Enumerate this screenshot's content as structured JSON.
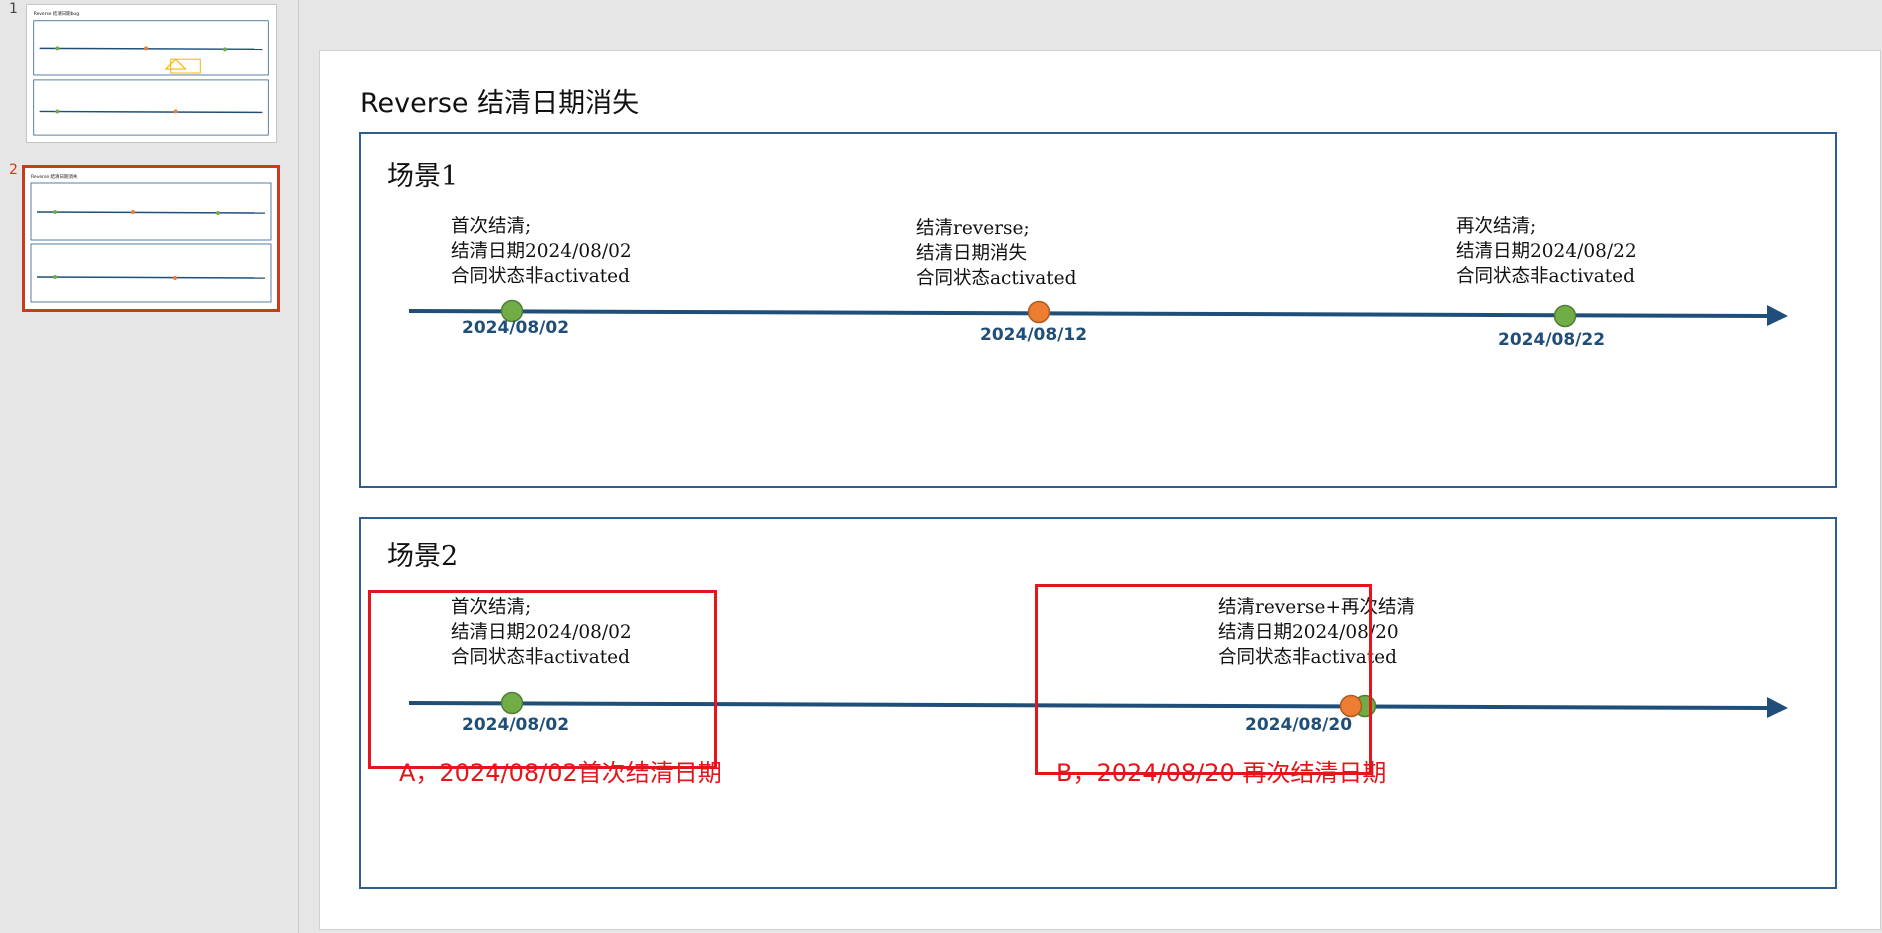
{
  "thumbnails": [
    {
      "number": "1",
      "title": "Reverse 结清日期bug",
      "selected": false
    },
    {
      "number": "2",
      "title": "Reverse 结清日期消失",
      "selected": true
    }
  ],
  "slide": {
    "title": "Reverse 结清日期消失",
    "scene1": {
      "label": "场景1",
      "events": [
        {
          "lines": [
            "首次结清;",
            "结清日期2024/08/02",
            "合同状态非activated"
          ],
          "date": "2024/08/02",
          "dot_color": "#70ad47"
        },
        {
          "lines": [
            "结清reverse;",
            "结清日期消失",
            "合同状态activated"
          ],
          "date": "2024/08/12",
          "dot_color": "#ed7d31"
        },
        {
          "lines": [
            "再次结清;",
            "结清日期2024/08/22",
            "合同状态非activated"
          ],
          "date": "2024/08/22",
          "dot_color": "#70ad47"
        }
      ]
    },
    "scene2": {
      "label": "场景2",
      "events": [
        {
          "lines": [
            "首次结清;",
            "结清日期2024/08/02",
            "合同状态非activated"
          ],
          "date": "2024/08/02",
          "dot_color": "#70ad47"
        },
        {
          "lines": [
            "结清reverse+再次结清",
            "结清日期2024/08/20",
            "合同状态非activated"
          ],
          "date": "2024/08/20",
          "dot_colors": [
            "#ed7d31",
            "#70ad47"
          ]
        }
      ],
      "annotations": {
        "a": "A，2024/08/02首次结清日期",
        "b": "B，2024/08/20 再次结清日期"
      }
    },
    "colors": {
      "timeline": "#1f4e79",
      "scene_border": "#2e5f8c",
      "highlight": "#e3161b",
      "selected_thumb": "#c43e1c"
    }
  }
}
